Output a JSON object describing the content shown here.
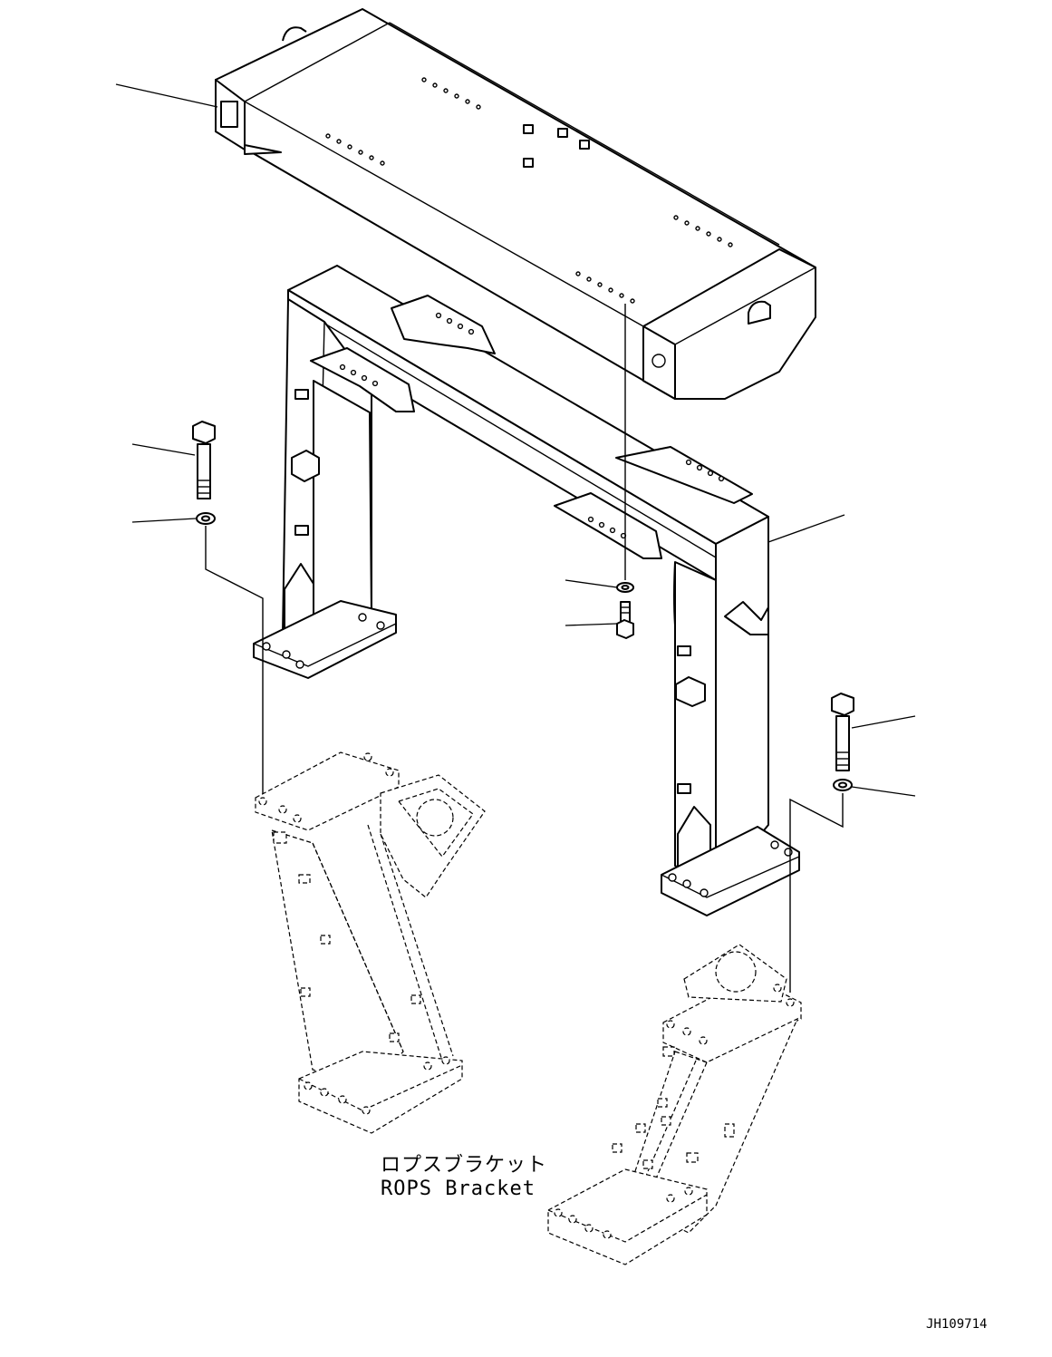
{
  "labels": {
    "bracket_jp": "ロプスブラケット",
    "bracket_en": "ROPS Bracket",
    "drawing_id": "JH109714"
  },
  "parts": [
    {
      "name": "rops-canopy-top-beam"
    },
    {
      "name": "rops-frame"
    },
    {
      "name": "bolt-left"
    },
    {
      "name": "washer-left"
    },
    {
      "name": "washer-center"
    },
    {
      "name": "bolt-center"
    },
    {
      "name": "bolt-right"
    },
    {
      "name": "washer-right"
    }
  ]
}
